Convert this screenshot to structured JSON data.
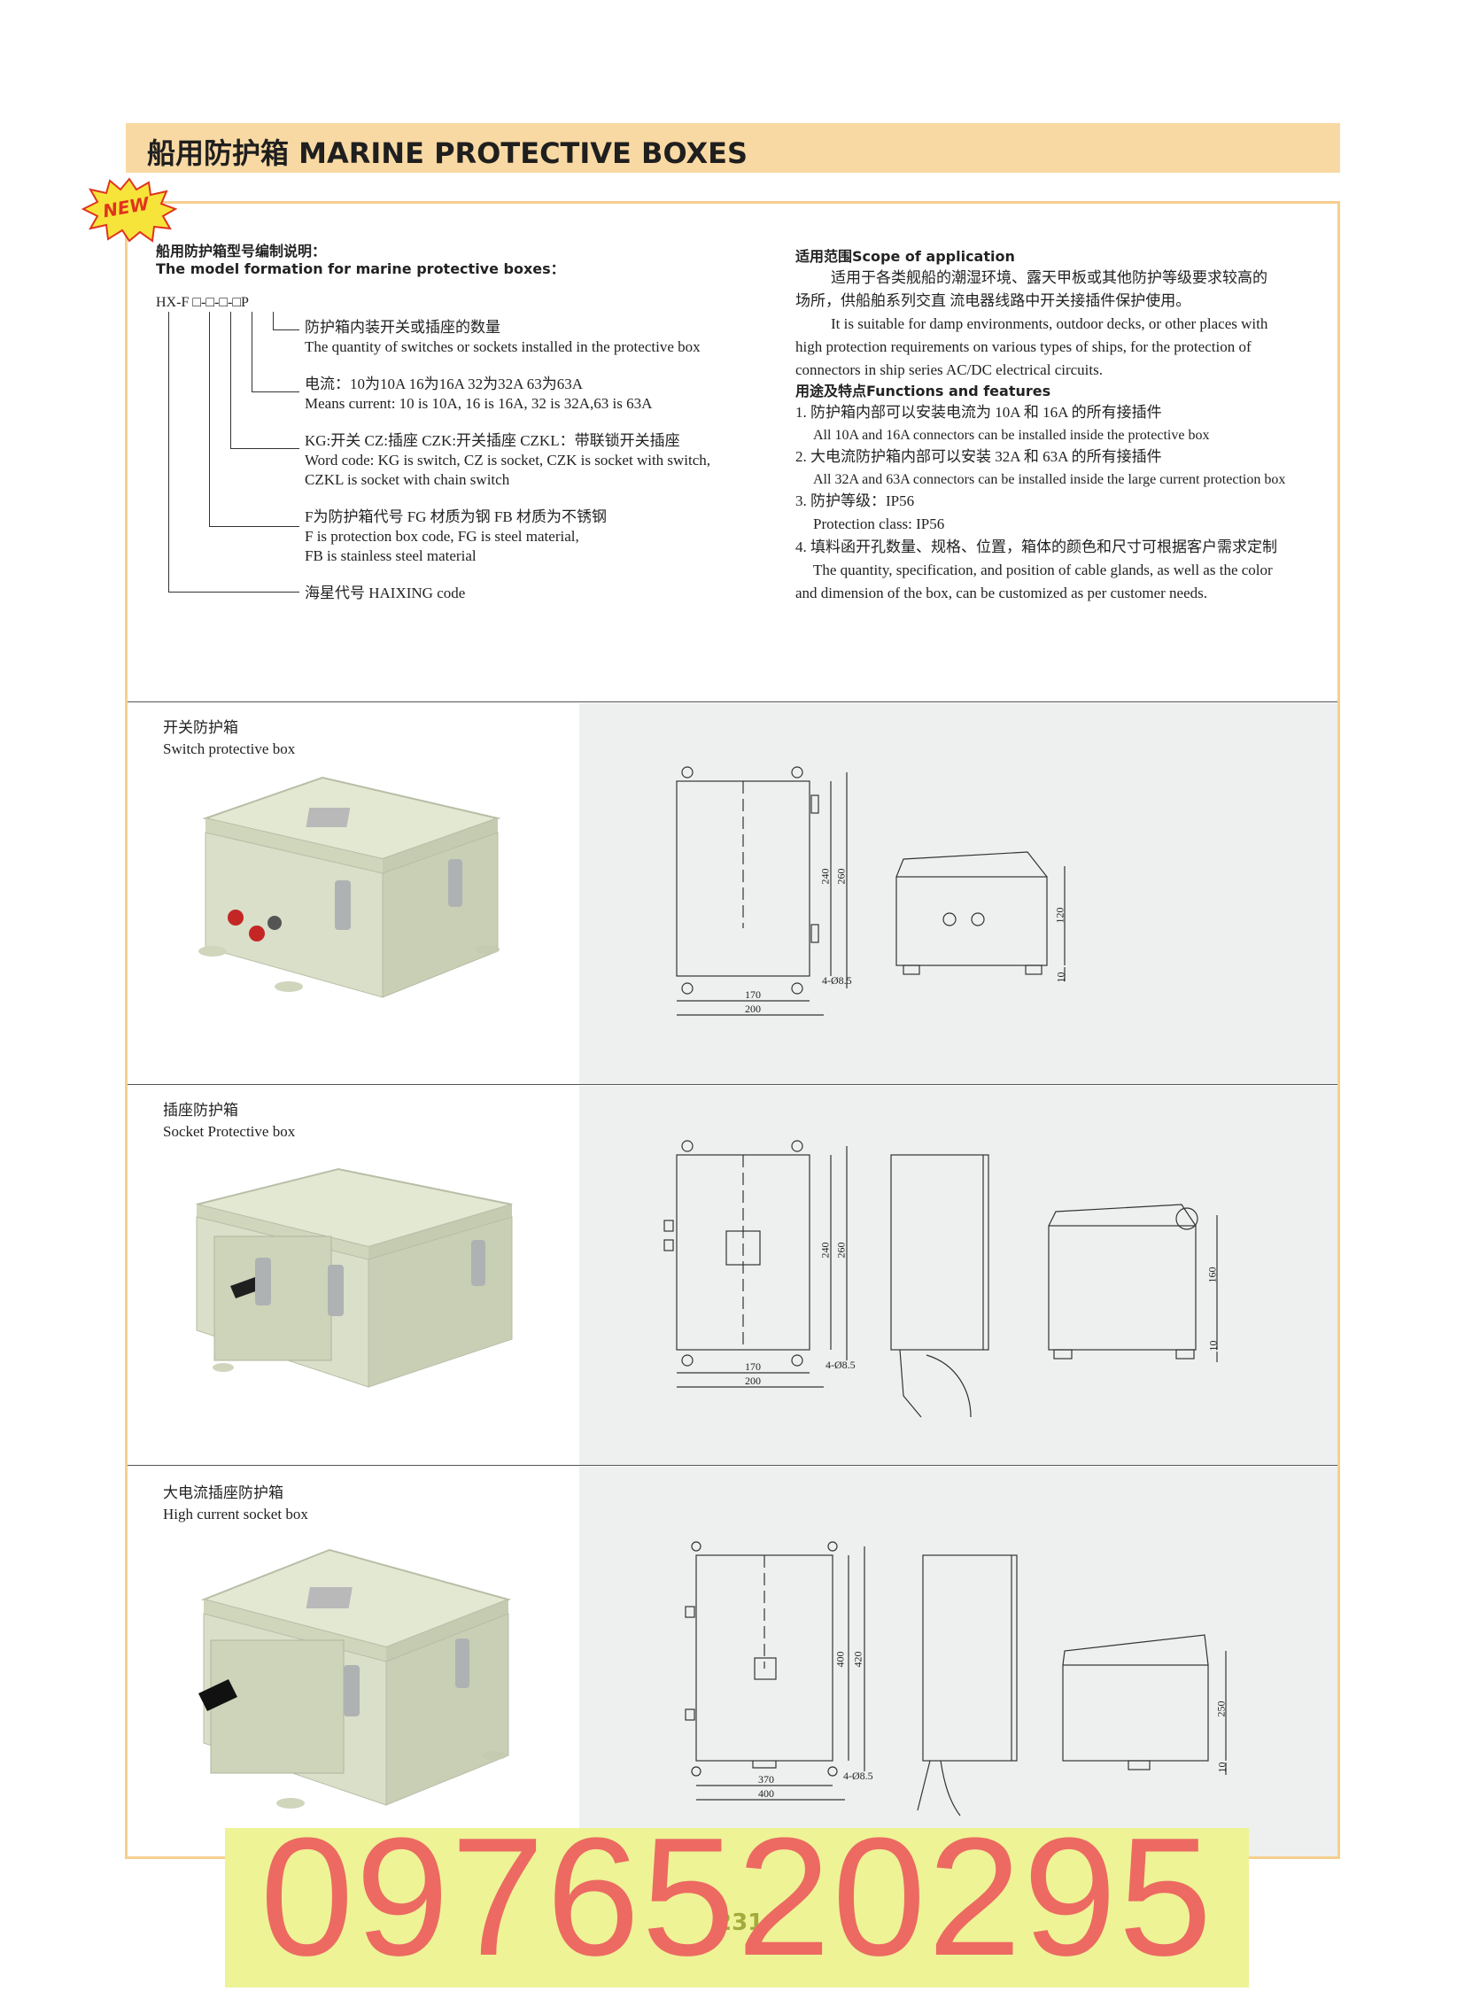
{
  "header": {
    "title": "船用防护箱 MARINE PROTECTIVE BOXES"
  },
  "badge": {
    "text": "NEW"
  },
  "model": {
    "heading_cn": "船用防护箱型号编制说明：",
    "heading_en": "The model formation for marine protective boxes：",
    "code": "HX-F □-□-□-□P",
    "items": [
      {
        "cn": "防护箱内装开关或插座的数量",
        "en": "The quantity of switches or sockets installed in the protective box"
      },
      {
        "cn": "电流：10为10A 16为16A 32为32A 63为63A",
        "en": "Means current: 10 is 10A, 16 is 16A, 32 is 32A,63 is 63A"
      },
      {
        "cn": "KG:开关 CZ:插座 CZK:开关插座 CZKL：带联锁开关插座",
        "en": "Word code: KG is switch, CZ is socket, CZK is socket with switch,",
        "en2": "CZKL is socket with chain switch"
      },
      {
        "cn": "F为防护箱代号 FG 材质为钢 FB 材质为不锈钢",
        "en": "F is protection box code, FG is steel material,",
        "en2": "FB is stainless steel material"
      },
      {
        "cn": "海星代号 HAIXING code"
      }
    ]
  },
  "scope": {
    "heading": "适用范围Scope of application",
    "cn_line1": "适用于各类舰船的潮湿环境、露天甲板或其他防护等级要求较高的",
    "cn_line2": "场所，供船舶系列交直 流电器线路中开关接插件保护使用。",
    "en_line1": "It is suitable for damp environments, outdoor decks, or other places with",
    "en_line2": "high protection requirements on various types of ships, for the protection of",
    "en_line3": "connectors in ship series AC/DC electrical circuits."
  },
  "functions": {
    "heading": "用途及特点Functions and features",
    "items": [
      {
        "cn": "1. 防护箱内部可以安装电流为 10A 和 16A 的所有接插件",
        "en": "All 10A and 16A connectors can be installed inside the protective box"
      },
      {
        "cn": "2. 大电流防护箱内部可以安装 32A 和 63A 的所有接插件",
        "en": "All 32A and 63A connectors can be installed inside the large current protection box"
      },
      {
        "cn": "3. 防护等级：IP56",
        "en": "Protection class: IP56"
      },
      {
        "cn": "4. 填料函开孔数量、规格、位置，箱体的颜色和尺寸可根据客户需求定制",
        "en": "The quantity, specification, and position of cable glands, as well as the color",
        "en2": "and dimension of the box, can be customized as per customer needs."
      }
    ]
  },
  "products": [
    {
      "cn": "开关防护箱",
      "en": "Switch protective box",
      "dims": {
        "w_inner": "170",
        "w_outer": "200",
        "h_inner": "240",
        "h_outer": "260",
        "hole": "4-Ø8.5",
        "side_h": "120",
        "foot": "10"
      }
    },
    {
      "cn": "插座防护箱",
      "en": "Socket Protective box",
      "dims": {
        "w_inner": "170",
        "w_outer": "200",
        "h_inner": "240",
        "h_outer": "260",
        "hole": "4-Ø8.5",
        "side_h": "160",
        "foot": "10"
      }
    },
    {
      "cn": "大电流插座防护箱",
      "en": "High current socket box",
      "dims": {
        "w_inner": "370",
        "w_outer": "400",
        "h_inner": "400",
        "h_outer": "420",
        "hole": "4-Ø8.5",
        "side_h": "250",
        "foot": "10"
      }
    }
  ],
  "watermark": "0976520295",
  "page_number": "231",
  "colors": {
    "header_bg": "#f9d9a3",
    "frame": "#f6cf8e",
    "panel": "#eef0ef",
    "box_body": "#d9dfc8",
    "watermark_bg": "#eef396",
    "watermark_text": "#ec6a62"
  }
}
